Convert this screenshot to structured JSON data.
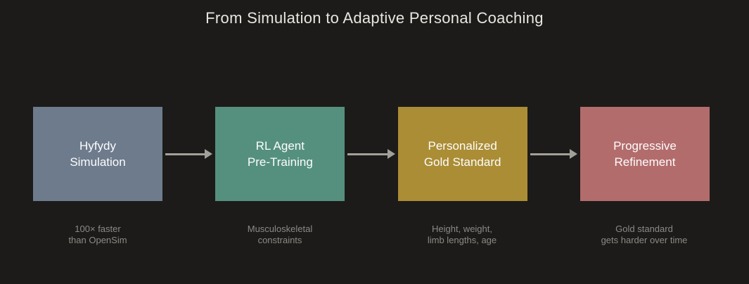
{
  "title": "From Simulation to Adaptive Personal Coaching",
  "colors": {
    "background": "#1c1b19",
    "title_text": "#e9e6e1",
    "box_label_text": "#fdfdfd",
    "caption_text": "#8b8a85",
    "arrow": "#a3a099"
  },
  "steps": [
    {
      "label": "Hyfydy\nSimulation",
      "caption": "100× faster\nthan OpenSim",
      "color": "#6e7b8d"
    },
    {
      "label": "RL Agent\nPre-Training",
      "caption": "Musculoskeletal\nconstraints",
      "color": "#55907f"
    },
    {
      "label": "Personalized\nGold Standard",
      "caption": "Height, weight,\nlimb lengths, age",
      "color": "#ab8d35"
    },
    {
      "label": "Progressive\nRefinement",
      "caption": "Gold standard\ngets harder over time",
      "color": "#b36c6c"
    }
  ]
}
